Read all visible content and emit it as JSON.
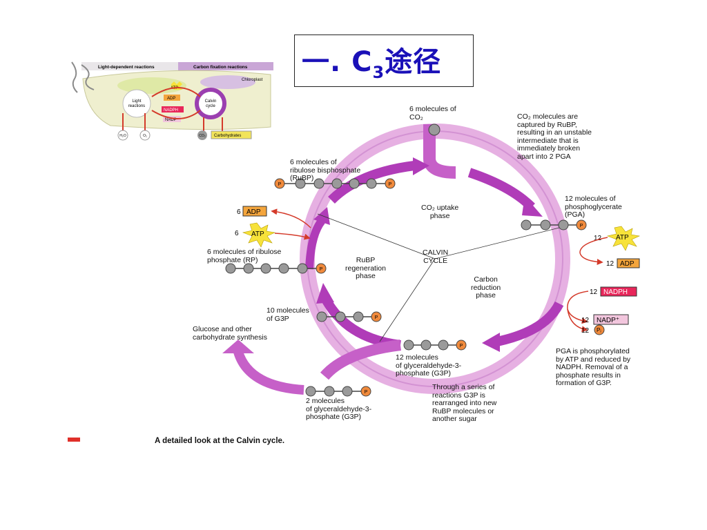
{
  "slide": {
    "title_prefix": "一. C",
    "title_subscript": "3",
    "title_suffix": "途径",
    "caption": "A detailed look at the Calvin cycle.",
    "accent_color": "#1a10b8"
  },
  "inset": {
    "header_left": "Light-dependent reactions",
    "header_right": "Carbon fixation reactions",
    "chloroplast": "Chloroplast",
    "light_reactions": "Light\nreactions",
    "calvin_cycle": "Calvin\ncycle",
    "atp": "ATP",
    "adp": "ADP",
    "nadph": "NADPH",
    "nadp": "NADP",
    "h2o": "H₂O",
    "o2": "O₂",
    "co2": "CO₂",
    "carbohydrates": "Carbohydrates"
  },
  "diagram": {
    "co2_input": "6 molecules of\nCO₂",
    "co2_note": "CO₂ molecules are\ncaptured by RuBP,\nresulting in an unstable\nintermediate that is\nimmediately broken\napart into 2 PGA",
    "rubp": "6 molecules of\nribulose bisphosphate\n(RuBP)",
    "pga": "12 molecules of\nphosphoglycerate\n(PGA)",
    "co2_uptake": "CO₂ uptake\nphase",
    "calvin_cycle": "CALVIN\nCYCLE",
    "rubp_regen": "RuBP\nregeneration\nphase",
    "carbon_reduction": "Carbon\nreduction\nphase",
    "adp6_num": "6",
    "adp6": "ADP",
    "atp6_num": "6",
    "atp6": "ATP",
    "rp": "6 molecules of ribulose\nphosphate (RP)",
    "g3p10": "10 molecules\nof G3P",
    "glucose": "Glucose and other\ncarbohydrate synthesis",
    "atp12_num": "12",
    "atp12": "ATP",
    "adp12_num": "12",
    "adp12": "ADP",
    "nadph12_num": "12",
    "nadph12": "NADPH",
    "nadp12_num": "12",
    "nadp12": "NADP⁺",
    "pi12_num": "12",
    "pi12": "Pᵢ",
    "g3p12": "12 molecules\nof  glyceraldehyde-3-\nphosphate (G3P)",
    "g3p2": "2 molecules\nof glyceraldehyde-3-\nphosphate (G3P)",
    "rearranged_note": "Through a series of\nreactions G3P is\nrearranged into new\nRuBP molecules or\nanother sugar",
    "pga_note": "PGA is phosphorylated\nby ATP and reduced by\nNADPH. Removal of a\nphosphate results in\nformation of G3P.",
    "phosphate": "P"
  },
  "colors": {
    "cycle_ring": "#d98fd6",
    "arrow": "#b03cb8",
    "atp_burst": "#f7e23a",
    "adp_box": "#f4a53c",
    "nadph_box": "#e8265a",
    "nadp_box": "#f2c6dd",
    "phosphate": "#f08a3c",
    "carbon": "#9a9a9a"
  }
}
